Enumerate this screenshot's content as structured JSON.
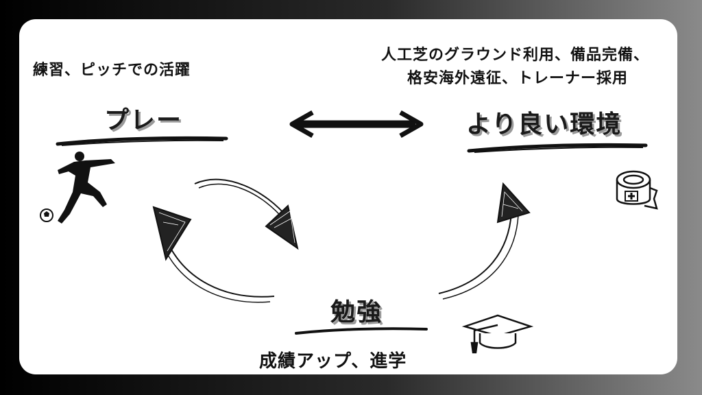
{
  "nodes": {
    "play": {
      "caption": "練習、ピッチでの活躍",
      "heading": "プレー"
    },
    "environment": {
      "caption_line1": "人工芝のグラウンド利用、備品完備、",
      "caption_line2": "格安海外遠征、トレーナー採用",
      "heading": "より良い環境"
    },
    "study": {
      "heading": "勉強",
      "caption": "成績アップ、進学"
    }
  },
  "icons": {
    "player": "soccer-player-icon",
    "ball": "soccer-ball-icon",
    "bandage": "bandage-roll-icon",
    "cap": "graduation-cap-icon"
  },
  "colors": {
    "ink": "#111111",
    "shadow": "#9a9a9a",
    "card": "#ffffff"
  }
}
